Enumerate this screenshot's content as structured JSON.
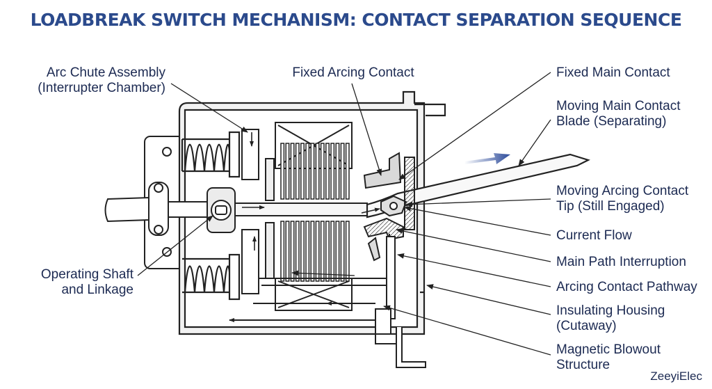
{
  "title": "LOADBREAK SWITCH MECHANISM: CONTACT SEPARATION SEQUENCE",
  "labels": {
    "arc_chute": [
      "Arc Chute Assembly",
      "(Interrupter Chamber)"
    ],
    "fixed_arcing": [
      "Fixed Arcing Contact"
    ],
    "fixed_main": [
      "Fixed Main Contact"
    ],
    "moving_main_blade": [
      "Moving Main Contact",
      "Blade (Separating)"
    ],
    "moving_arcing_tip": [
      "Moving Arcing Contact",
      "Tip (Still Engaged)"
    ],
    "current_flow": [
      "Current Flow"
    ],
    "main_path_interruption": [
      "Main Path Interruption"
    ],
    "arcing_pathway": [
      "Arcing Contact Pathway"
    ],
    "insulating_housing": [
      "Insulating Housing",
      "(Cutaway)"
    ],
    "magnetic_blowout": [
      "Magnetic Blowout",
      "Structure"
    ],
    "operating_shaft": [
      "Operating Shaft",
      "and Linkage"
    ]
  },
  "watermark": "ZeeyiElec",
  "colors": {
    "title": "#2b4a8c",
    "label_text": "#1c2a52",
    "line": "#222222",
    "fill_light": "#e6e6e6",
    "fill_mid": "#cfcfcf",
    "motion_arrow": "#2b4a9a"
  }
}
